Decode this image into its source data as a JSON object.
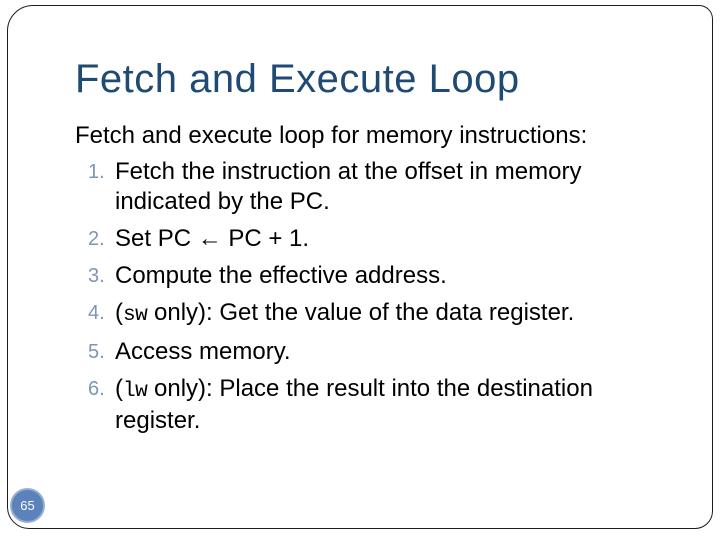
{
  "slide": {
    "title": "Fetch and Execute Loop",
    "intro": "Fetch and execute loop for memory instructions:",
    "items": [
      {
        "number": "1.",
        "lines": [
          [
            {
              "text": "Fetch the instruction at the offset in memory"
            }
          ],
          [
            {
              "text": "indicated by the PC."
            }
          ]
        ]
      },
      {
        "number": "2.",
        "lines": [
          [
            {
              "text": "Set PC ← PC + 1."
            }
          ]
        ]
      },
      {
        "number": "3.",
        "lines": [
          [
            {
              "text": "Compute the effective address."
            }
          ]
        ]
      },
      {
        "number": "4.",
        "lines": [
          [
            {
              "text": "("
            },
            {
              "text": "sw",
              "mono": true
            },
            {
              "text": " only): Get the value of the data register."
            }
          ]
        ]
      },
      {
        "number": "5.",
        "lines": [
          [
            {
              "text": "Access memory."
            }
          ]
        ]
      },
      {
        "number": "6.",
        "lines": [
          [
            {
              "text": "("
            },
            {
              "text": "lw",
              "mono": true
            },
            {
              "text": " only): Place the result into the destination"
            }
          ],
          [
            {
              "text": "register."
            }
          ]
        ]
      }
    ],
    "page_number": "65",
    "colors": {
      "title_text": "#1F4A73",
      "body_text": "#000000",
      "list_number": "#7D96B4",
      "badge_fill": "#5B82BA",
      "badge_ring": "#97AFD1",
      "frame_border": "#1C1C1C"
    }
  }
}
